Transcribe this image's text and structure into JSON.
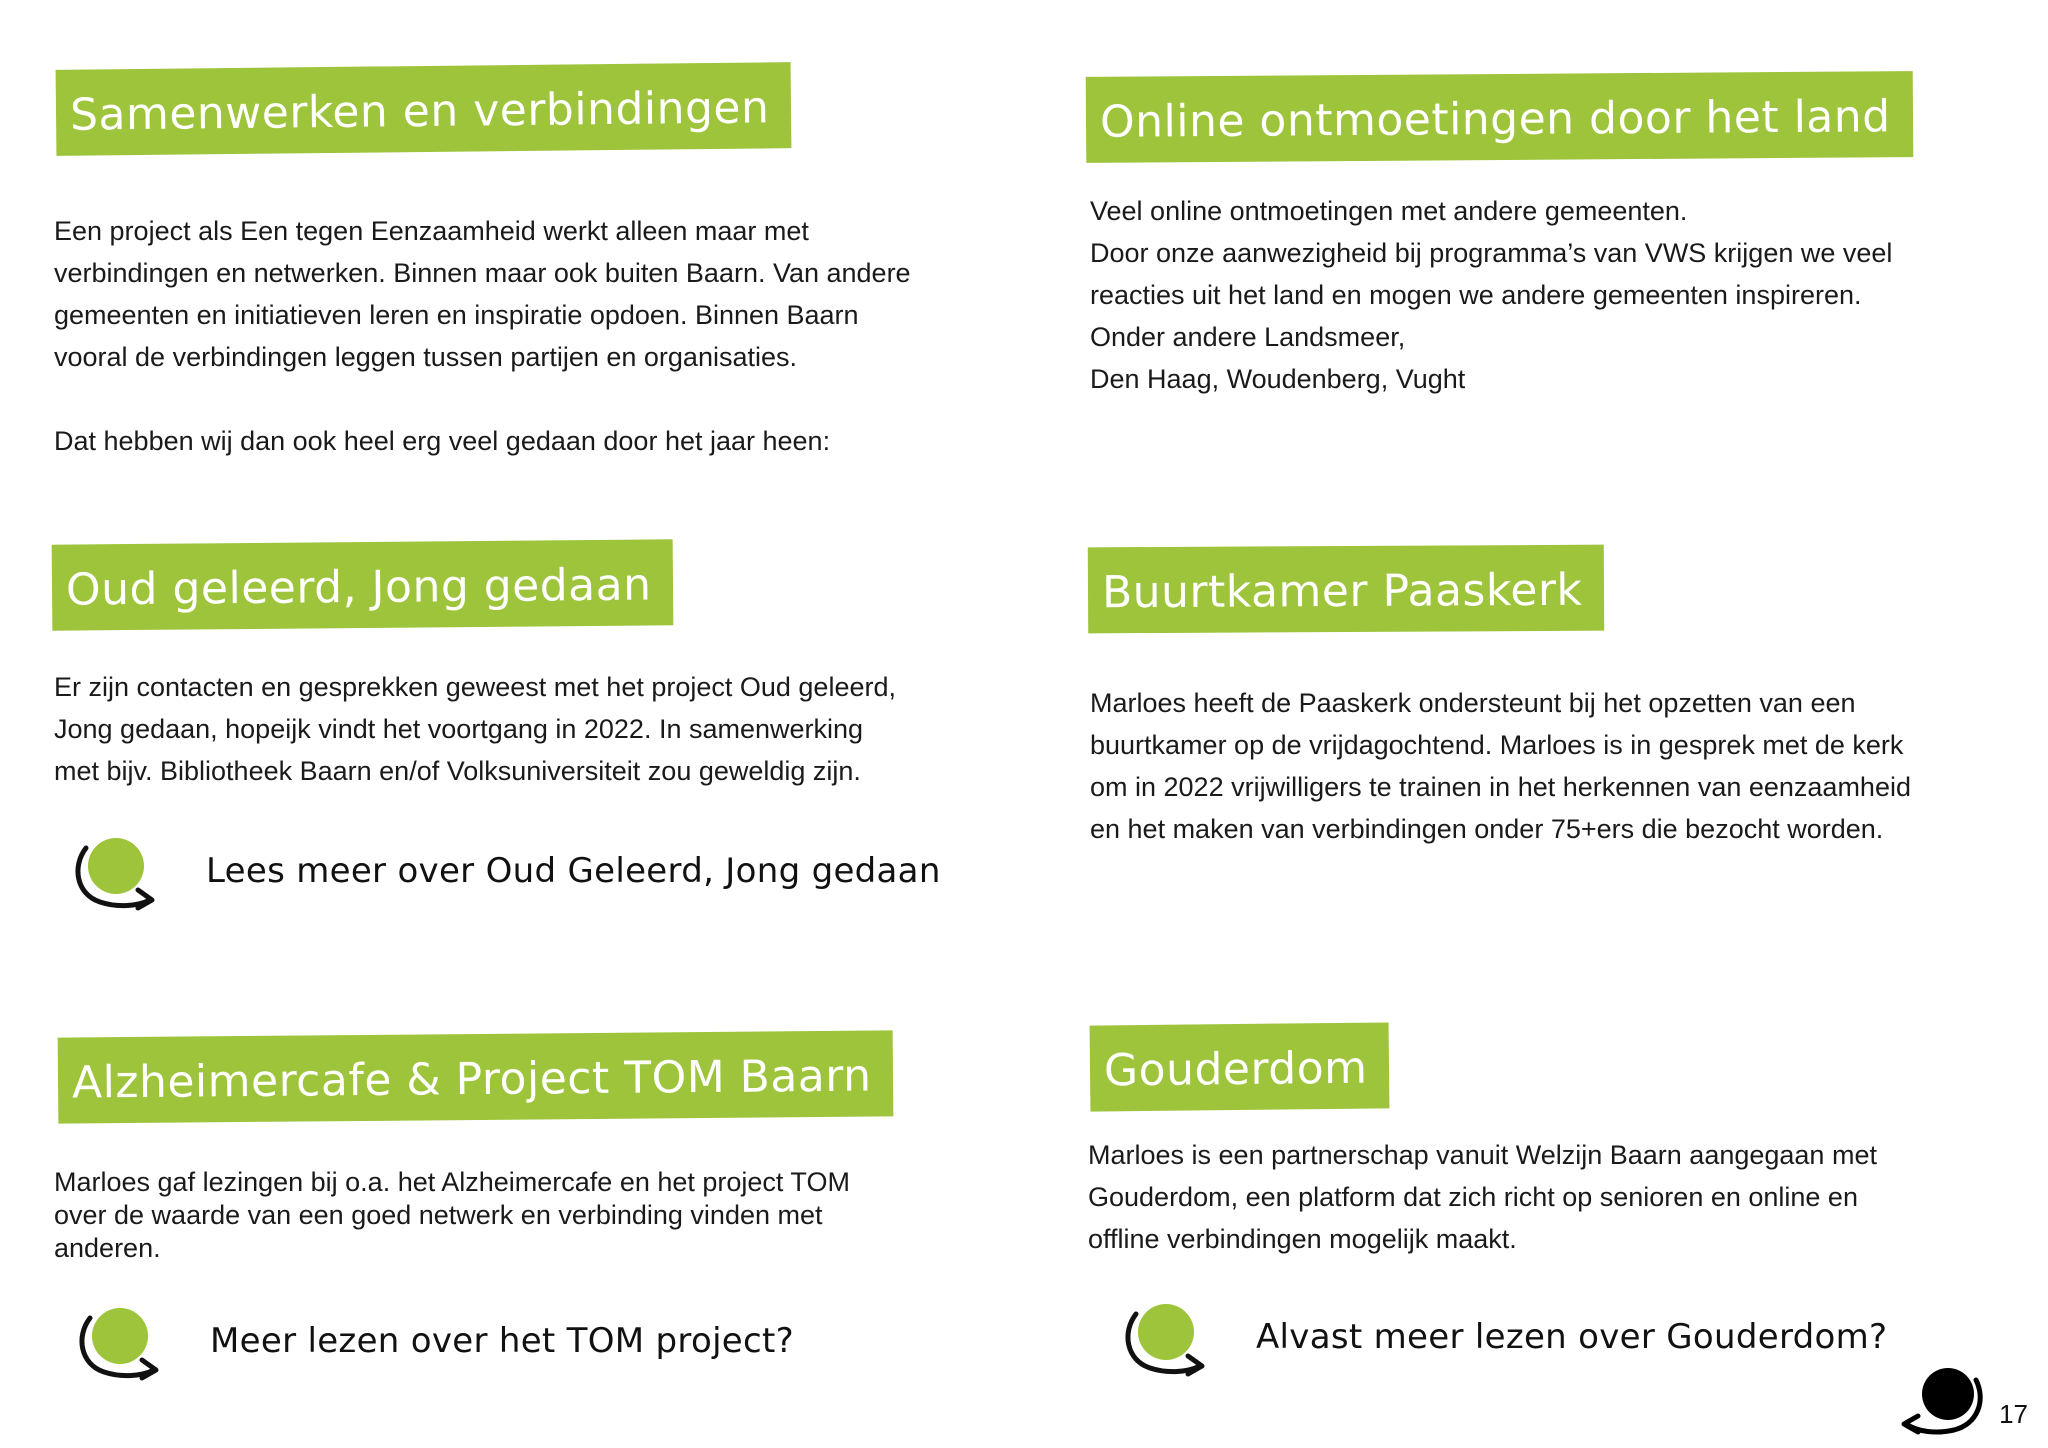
{
  "colors": {
    "accent": "#9dc43b",
    "text": "#1a1a1a"
  },
  "sections": {
    "samenwerken": {
      "heading": "Samenwerken en verbindingen",
      "lines": [
        "Een project als Een tegen Eenzaamheid werkt alleen maar met",
        "verbindingen en netwerken. Binnen maar ook buiten Baarn. Van andere",
        "gemeenten en initiatieven leren en inspiratie opdoen. Binnen Baarn",
        "vooral de verbindingen leggen tussen partijen en organisaties."
      ],
      "closing": "Dat hebben wij dan ook heel erg veel gedaan door het jaar heen:"
    },
    "online": {
      "heading": "Online ontmoetingen door het land",
      "lines": [
        "Veel online ontmoetingen met andere gemeenten.",
        "Door onze aanwezigheid bij programma’s van VWS krijgen we veel",
        "reacties uit het land en mogen we andere gemeenten inspireren.",
        "Onder andere Landsmeer,",
        "Den Haag, Woudenberg, Vught"
      ]
    },
    "oud_geleerd": {
      "heading": "Oud geleerd, Jong gedaan",
      "lines": [
        "Er zijn contacten en gesprekken geweest met het project Oud geleerd,",
        "Jong gedaan, hopeijk vindt het voortgang in 2022. In samenwerking",
        "met bijv. Bibliotheek Baarn en/of Volksuniversiteit zou geweldig zijn."
      ],
      "link": "Lees meer over Oud Geleerd, Jong gedaan"
    },
    "buurtkamer": {
      "heading": "Buurtkamer Paaskerk",
      "lines": [
        "Marloes heeft de Paaskerk ondersteunt bij het opzetten van een",
        "buurtkamer op de vrijdagochtend. Marloes is in gesprek met de kerk",
        "om in 2022 vrijwilligers te trainen in het herkennen van eenzaamheid",
        "en het maken van verbindingen onder 75+ers die bezocht worden."
      ]
    },
    "alzheimer": {
      "heading": "Alzheimercafe & Project TOM Baarn",
      "lines": [
        "Marloes gaf lezingen bij o.a. het Alzheimercafe en het project TOM",
        "over de waarde van een goed netwerk en verbinding vinden met",
        "anderen."
      ],
      "link": "Meer lezen over het TOM project?"
    },
    "gouderdom": {
      "heading": "Gouderdom",
      "lines": [
        "Marloes is een partnerschap vanuit Welzijn Baarn aangegaan met",
        "Gouderdom, een platform dat zich richt op senioren en online en",
        "offline verbindingen mogelijk maakt."
      ],
      "link": "Alvast meer lezen over Gouderdom?"
    }
  },
  "page_number": "17",
  "icons": {
    "link": "circle-arrow-icon",
    "corner": "circle-arrow-icon"
  }
}
